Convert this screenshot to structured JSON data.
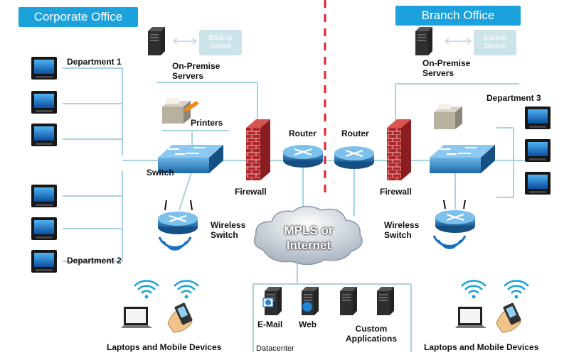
{
  "left": {
    "title": "Corporate Office",
    "department1": "Department 1",
    "department2": "Department 2",
    "servers": [
      "On-Premise",
      "Servers"
    ],
    "backup": [
      "Backup",
      "Device"
    ],
    "printers": "Printers",
    "switch": "Switch",
    "firewall": "Firewall",
    "router": "Router",
    "wireless": [
      "Wireless",
      "Switch"
    ],
    "mobile": "Laptops and Mobile Devices"
  },
  "right": {
    "title": "Branch Office",
    "department3": "Department 3",
    "servers": [
      "On-Premise",
      "Servers"
    ],
    "backup": [
      "Backup",
      "Device"
    ],
    "firewall": "Firewall",
    "router": "Router",
    "wireless": [
      "Wireless",
      "Switch"
    ],
    "mobile": "Laptops and Mobile Devices"
  },
  "cloud": [
    "MPLS or",
    "Internet"
  ],
  "datacenter": {
    "label": "Datacenter",
    "email": "E-Mail",
    "web": "Web",
    "apps": [
      "Custom",
      "Applications"
    ]
  },
  "colors": {
    "banner": "#1ba1dc",
    "device_blue": "#2a7fbf",
    "brick": "#b0262b",
    "divider": "#e8202a",
    "line": "#a8d2de"
  }
}
